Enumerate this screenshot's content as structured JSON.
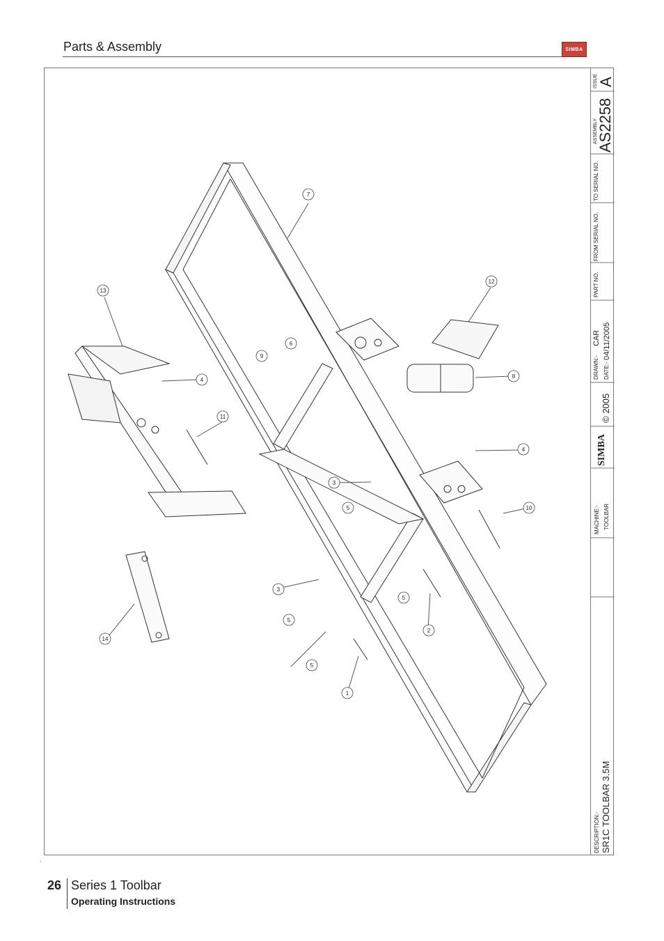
{
  "header": {
    "title": "Parts & Assembly",
    "logo_text": "SIMBA"
  },
  "title_block": {
    "issue_label": "ISSUE",
    "issue_value": "A",
    "assembly_label": "ASSEMBLY",
    "assembly_value": "AS2258",
    "to_serial_label": "TO SERIAL NO.",
    "from_serial_label": "FROM SERIAL NO.",
    "part_no_label": "PART NO.",
    "drawn_label": "DRAWN:-",
    "drawn_value": "CAR",
    "date_label": "DATE:-",
    "date_value": "04/11/2005",
    "copyright": "© 2005",
    "brand": "SIMBA",
    "machine_label": "MACHINE:-",
    "machine_value": "TOOLBAR",
    "description_label": "DESCRIPTION:-",
    "description_value": "SR1C TOOLBAR 3.5M"
  },
  "callouts": [
    "1",
    "2",
    "3",
    "3",
    "4",
    "4",
    "5",
    "5",
    "5",
    "5",
    "6",
    "7",
    "8",
    "9",
    "10",
    "11",
    "12",
    "13",
    "14"
  ],
  "footer": {
    "page_number": "26",
    "title": "Series 1 Toolbar",
    "subtitle": "Operating Instructions"
  }
}
